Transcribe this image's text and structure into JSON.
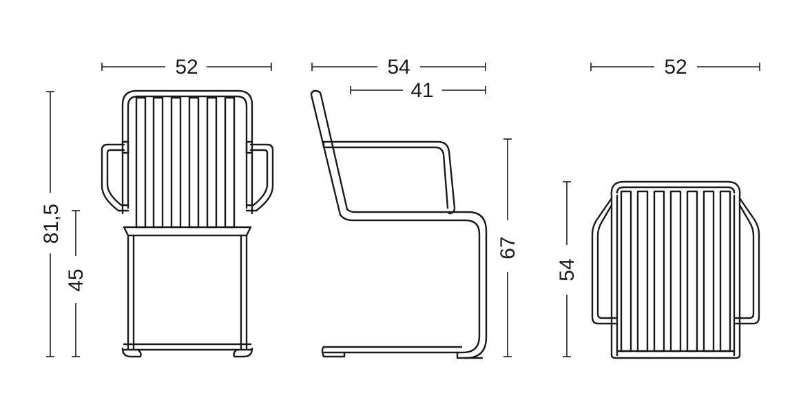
{
  "colors": {
    "ink": "#1a1a1a",
    "background": "#ffffff"
  },
  "views": {
    "front": {
      "width": "52",
      "height_total": "81,5",
      "seat_height": "45"
    },
    "side": {
      "depth_total": "54",
      "seat_depth": "41",
      "arm_height": "67"
    },
    "top": {
      "width": "52",
      "depth": "54"
    }
  }
}
